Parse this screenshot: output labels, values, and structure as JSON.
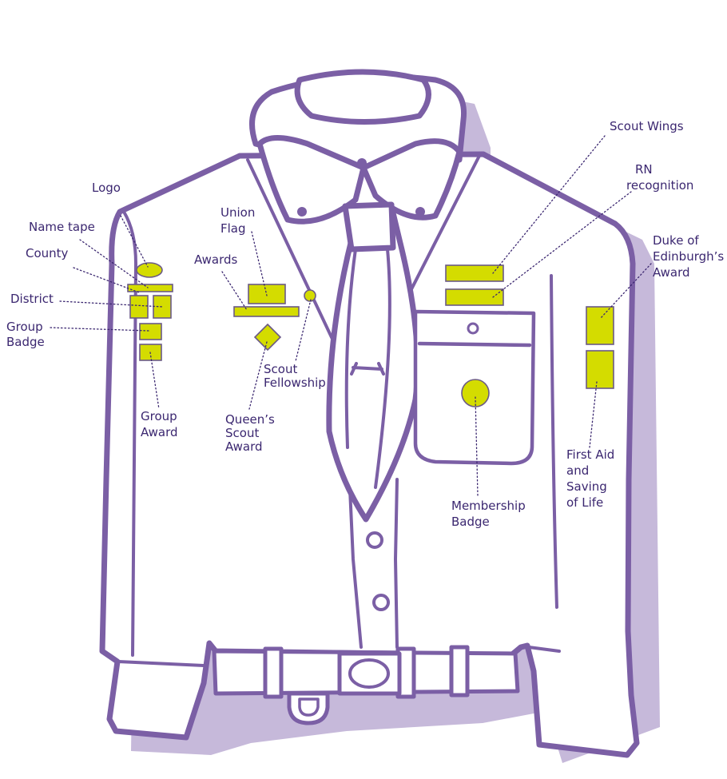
{
  "colors": {
    "outline": "#7b5fa5",
    "shadow": "#c6b9da",
    "badge_fill": "#d4dc00",
    "badge_stroke": "#6b5a86",
    "label": "#3b2770"
  },
  "labels": {
    "logo": [
      "Logo"
    ],
    "name_tape": [
      "Name tape"
    ],
    "county": [
      "County"
    ],
    "district": [
      "District"
    ],
    "group_badge": [
      "Group",
      "Badge"
    ],
    "group_award": [
      "Group",
      "Award"
    ],
    "union_flag": [
      "Union",
      "Flag"
    ],
    "awards": [
      "Awards"
    ],
    "scout_fellowship": [
      "Scout",
      "Fellowship"
    ],
    "queens_scout_award": [
      "Queen’s",
      "Scout",
      "Award"
    ],
    "scout_wings": [
      "Scout Wings"
    ],
    "rn_recognition": [
      "RN",
      "recognition"
    ],
    "duke_of_edinburgh": [
      "Duke of",
      "Edinburgh’s",
      "Award"
    ],
    "first_aid": [
      "First Aid",
      "and",
      "Saving",
      "of Life"
    ],
    "membership_badge": [
      "Membership",
      "Badge"
    ]
  }
}
